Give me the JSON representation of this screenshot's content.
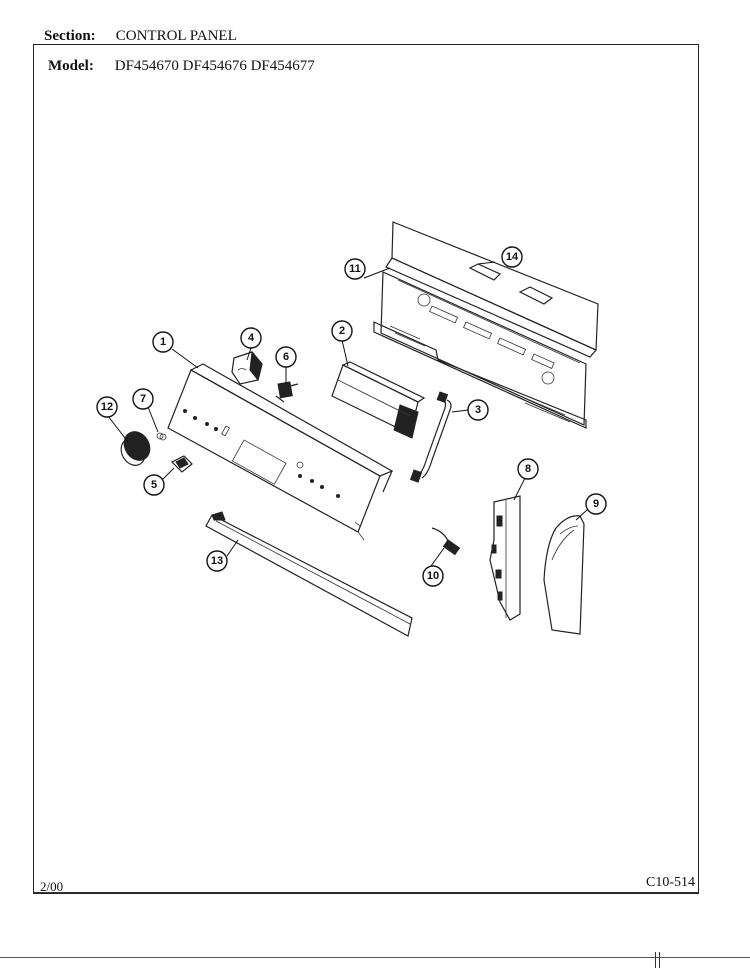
{
  "header": {
    "section_label": "Section:",
    "section_value": "CONTROL PANEL",
    "model_label": "Model:",
    "model_value": "DF454670 DF454676 DF454677"
  },
  "footer": {
    "date": "2/00",
    "code": "C10-514"
  },
  "callouts": [
    "1",
    "2",
    "3",
    "4",
    "5",
    "6",
    "7",
    "8",
    "9",
    "10",
    "11",
    "12",
    "13",
    "14"
  ]
}
